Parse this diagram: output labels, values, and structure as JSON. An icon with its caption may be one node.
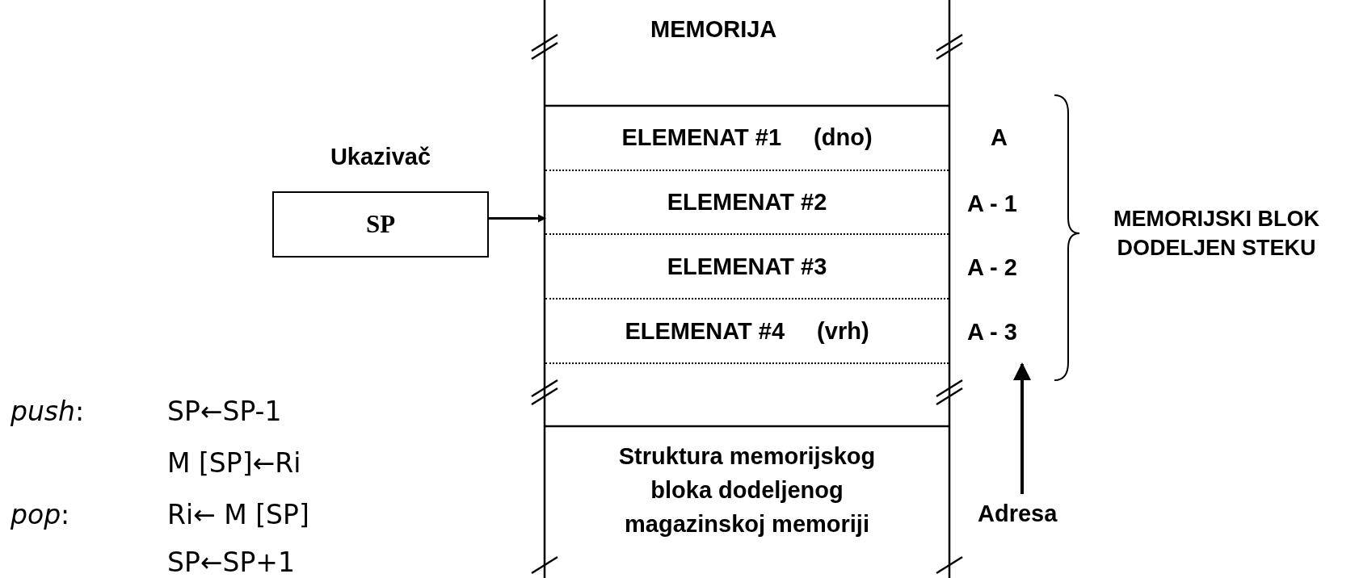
{
  "diagram": {
    "nodes": [
      {
        "text": [
          "Ukazivač",
          "SP"
        ]
      },
      {
        "text": [
          "ELEMENAT #1",
          "(dno)"
        ]
      },
      {
        "text": [
          "ELEMENAT #2"
        ]
      },
      {
        "text": [
          "ELEMENAT #3"
        ]
      },
      {
        "text": [
          "ELEMENAT #4",
          "(vrh)"
        ]
      },
      {
        "text": [
          "Struktura memorijskog bloka dodeljenog magazinskoj memoriji"
        ]
      },
      {
        "text": [
          "Adresa"
        ]
      }
    ],
    "edges": [
      {
        "from": 0,
        "to": 2,
        "arrow": "to"
      },
      {
        "from": 6,
        "to": null,
        "arrow": "to"
      }
    ],
    "labels": [
      "MEMORIJA",
      "A",
      "A - 1",
      "A - 2",
      "A - 3",
      "MEMORIJSKI BLOK DODELJEN STEKU",
      "*push*:",
      "SP←SP-1",
      "M [SP]←Ri",
      "*pop*:",
      "Ri← M [SP]",
      "SP←SP+1"
    ]
  }
}
